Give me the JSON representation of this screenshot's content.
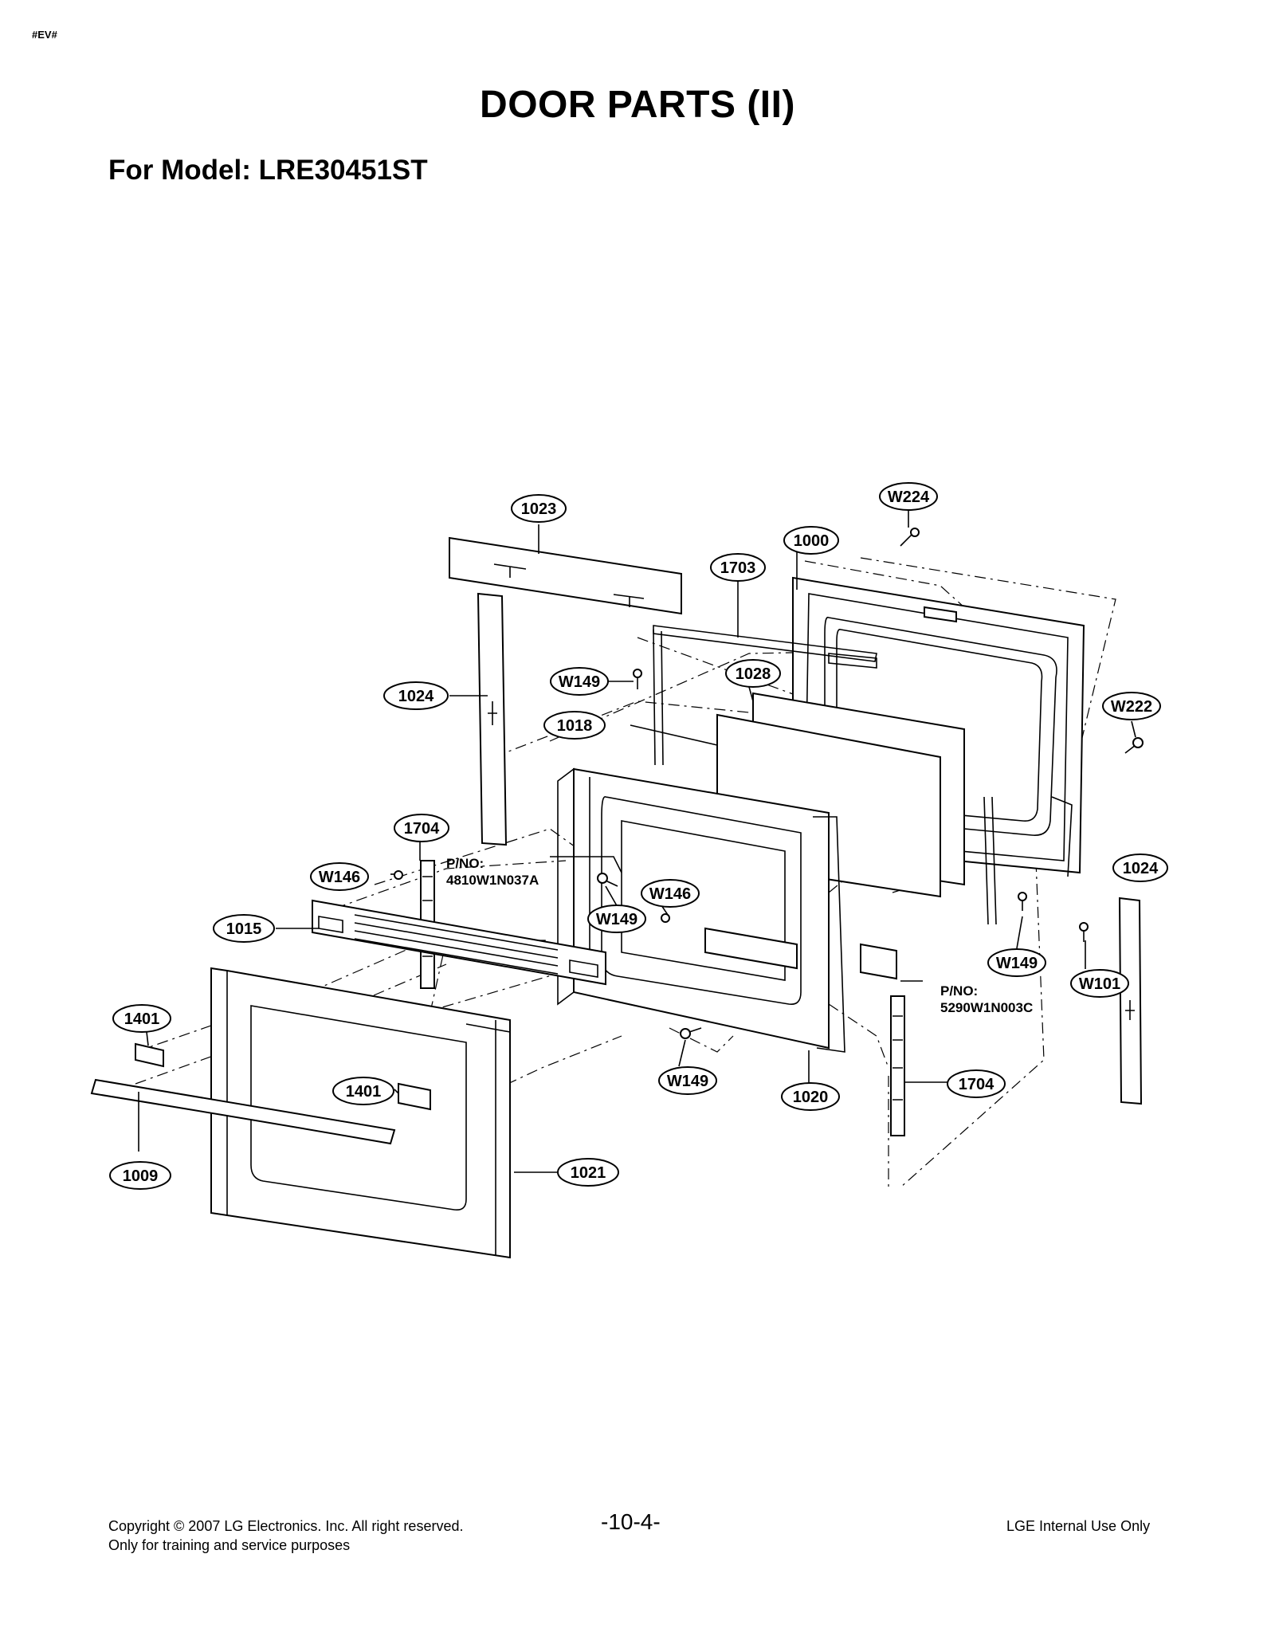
{
  "header": {
    "tag": "#EV#",
    "title": "DOOR PARTS (II)",
    "model_line": "For Model: LRE30451ST"
  },
  "callouts": {
    "c1023": "1023",
    "cW224": "W224",
    "c1000": "1000",
    "c1703": "1703",
    "c1024a": "1024",
    "cW149a": "W149",
    "c1028": "1028",
    "cW222": "W222",
    "c1018": "1018",
    "c1704a": "1704",
    "cW146a": "W146",
    "c1024b": "1024",
    "cW146b": "W146",
    "cW149b": "W149",
    "c1015": "1015",
    "cW149c": "W149",
    "cW101": "W101",
    "c1401a": "1401",
    "cW149d": "W149",
    "c1020": "1020",
    "c1704b": "1704",
    "c1401b": "1401",
    "c1009": "1009",
    "c1021": "1021"
  },
  "part_numbers": {
    "pno1_label": "P/NO:",
    "pno1_value": "4810W1N037A",
    "pno2_label": "P/NO:",
    "pno2_value": "5290W1N003C"
  },
  "footer": {
    "copyright": "Copyright © 2007 LG Electronics. Inc. All right reserved.",
    "purpose": "Only for training and service purposes",
    "page": "-10-4-",
    "internal": "LGE Internal Use Only"
  }
}
